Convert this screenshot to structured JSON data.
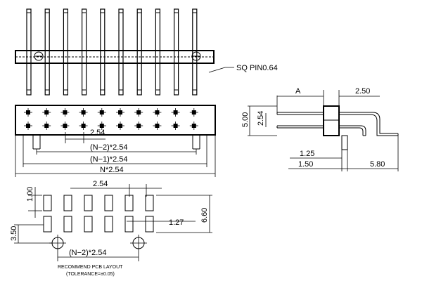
{
  "labels": {
    "sq_pin": "SQ PIN0.64",
    "dim_a": "A",
    "dim_2_50": "2.50",
    "dim_5_00": "5.00",
    "dim_2_54_side": "2.54",
    "dim_1_25": "1.25",
    "dim_1_50": "1.50",
    "dim_5_80": "5.80",
    "dim_2_54_top": "2.54",
    "dim_n2_2_54": "(N−2)*2.54",
    "dim_n1_2_54": "(N−1)*2.54",
    "dim_n_2_54": "N*2.54",
    "pcb_2_54": "2.54",
    "pcb_1_00": "1.00",
    "pcb_6_60": "6.60",
    "pcb_1_27": "1.27",
    "pcb_3_50": "3.50",
    "pcb_n2_2_54": "(N−2)*2.54",
    "layout_title": "RECOMMEND PCB LAYOUT",
    "tolerance": "(TOLERANCE=±0.05)"
  },
  "pin_count": 10,
  "pad_count": 6
}
